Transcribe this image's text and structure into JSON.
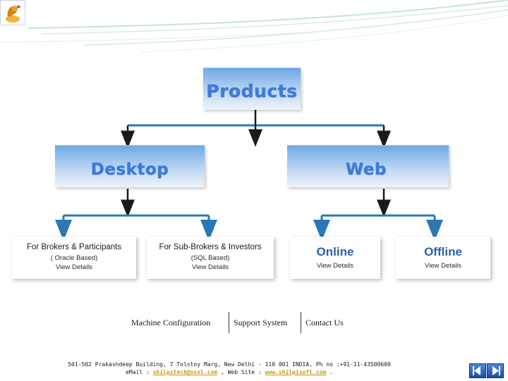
{
  "diagram": {
    "root": "Products",
    "desktop": "Desktop",
    "web": "Web",
    "cards": [
      {
        "title": "For Brokers & Participants",
        "subtitle": "( Oracle Based)",
        "link": "View Details"
      },
      {
        "title": "For Sub-Brokers & Investors",
        "subtitle": "(SQL Based)",
        "link": "View Details"
      },
      {
        "title": "Online",
        "link": "View Details"
      },
      {
        "title": "Offline",
        "link": "View Details"
      }
    ]
  },
  "menu": {
    "items": [
      "Machine Configuration",
      "Support System",
      "Contact Us"
    ]
  },
  "footer": {
    "address": "501-502 Prakashdeep Building, 7 Tolstoy Marg, New Delhi - 110 001 INDIA, Ph no :+91-11-43500600",
    "email_label": "eMail : ",
    "email": "shilpitech@vsnl.com",
    "website_label": " , Web Site : ",
    "website": "www.shilpisoft.com",
    "end": " ."
  },
  "colors": {
    "box_gradient_top": "#6ea8e6",
    "title_blue": "#3d7bdc",
    "connector_blue": "#2a78b6",
    "arrow_black": "#1a1a1a",
    "link_gold": "#c79a00"
  }
}
